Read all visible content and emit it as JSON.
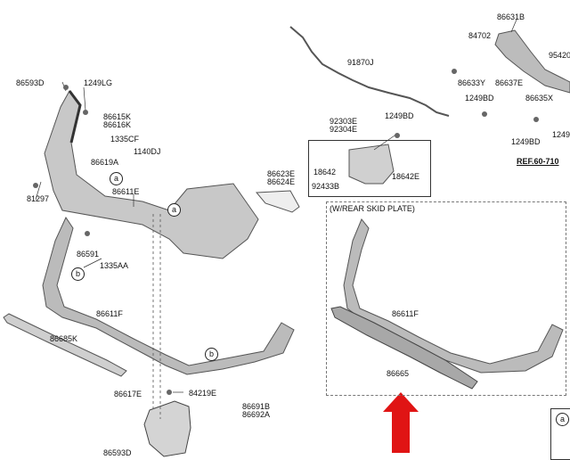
{
  "variant": {
    "title": "(W/REAR SKID PLATE)"
  },
  "callouts": [
    "a",
    "a",
    "b",
    "b",
    "a"
  ],
  "part_numbers": [
    "86593D",
    "1249LG",
    "86615K",
    "86616K",
    "1335CF",
    "1140DJ",
    "86619A",
    "86611E",
    "81297",
    "86591",
    "1335AA",
    "86611F",
    "86685K",
    "86617E",
    "84219E",
    "86691B",
    "86692A",
    "86593D",
    "86623E",
    "86624E",
    "91870J",
    "92303E",
    "92304E",
    "1249BD",
    "18642",
    "18642E",
    "92433B",
    "86631B",
    "84702",
    "95420",
    "86633Y",
    "86637E",
    "1249BD",
    "86635X",
    "1249BD",
    "1249",
    "REF.60-710",
    "86611F",
    "86665"
  ],
  "colors": {
    "part_fill": "#c8c8c8",
    "part_edge": "#555555",
    "arrow": "#e01414",
    "leader": "#333333"
  }
}
